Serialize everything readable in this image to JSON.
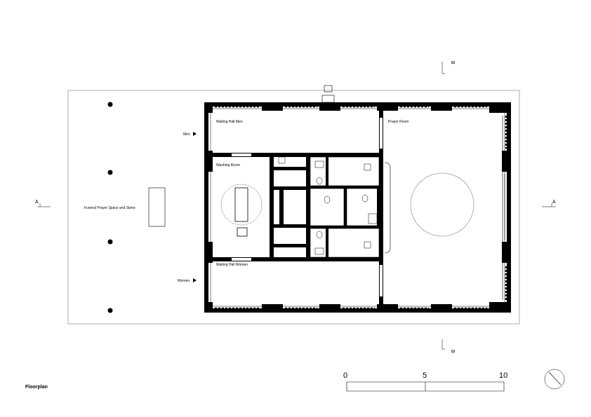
{
  "drawing": {
    "title": "Floorplan"
  },
  "section_marks": {
    "a_left": "A",
    "a_right": "A",
    "b_top": "B",
    "b_bottom": "B"
  },
  "rooms": {
    "funeral_space": "Funeral Prayer Space and Stone",
    "waiting_hall_men": "Waiting Hall Men",
    "washing_room": "Washing Room",
    "waiting_hall_women": "Waiting Hall Women",
    "prayer_room": "Prayer Room"
  },
  "entrances": {
    "men": "Men",
    "women": "Women"
  },
  "scale_bar": {
    "label_0": "0",
    "label_5": "5",
    "label_10": "10"
  }
}
